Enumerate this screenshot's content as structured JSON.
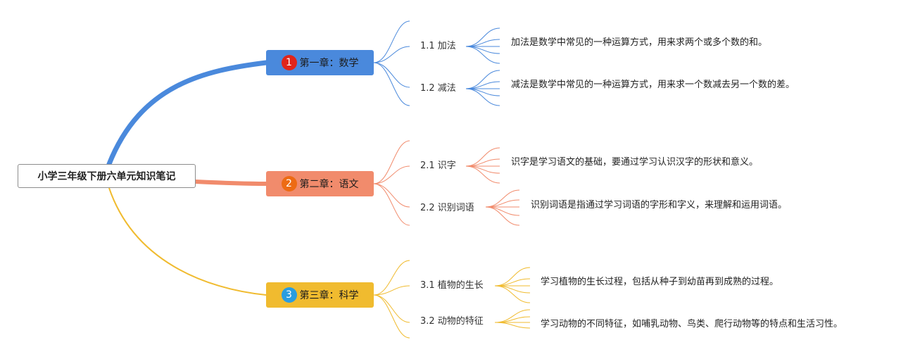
{
  "root": {
    "label": "小学三年级下册六单元知识笔记"
  },
  "colors": {
    "math": "#4a89dc",
    "chinese": "#f18b6c",
    "science": "#f0bb2f",
    "badge_math": "#e0251b",
    "badge_chinese": "#ed6b14",
    "badge_science": "#2a9de0"
  },
  "chapters": [
    {
      "num": "1",
      "label": "第一章：数学",
      "subs": [
        {
          "label": "1.1 加法",
          "desc": "加法是数学中常见的一种运算方式，用来求两个或多个数的和。"
        },
        {
          "label": "1.2 减法",
          "desc": "减法是数学中常见的一种运算方式，用来求一个数减去另一个数的差。"
        }
      ]
    },
    {
      "num": "2",
      "label": "第二章：语文",
      "subs": [
        {
          "label": "2.1 识字",
          "desc": "识字是学习语文的基础，要通过学习认识汉字的形状和意义。"
        },
        {
          "label": "2.2 识别词语",
          "desc": "识别词语是指通过学习词语的字形和字义，来理解和运用词语。"
        }
      ]
    },
    {
      "num": "3",
      "label": "第三章：科学",
      "subs": [
        {
          "label": "3.1 植物的生长",
          "desc": "学习植物的生长过程，包括从种子到幼苗再到成熟的过程。"
        },
        {
          "label": "3.2 动物的特征",
          "desc": "学习动物的不同特征，如哺乳动物、鸟类、爬行动物等的特点和生活习性。"
        }
      ]
    }
  ]
}
